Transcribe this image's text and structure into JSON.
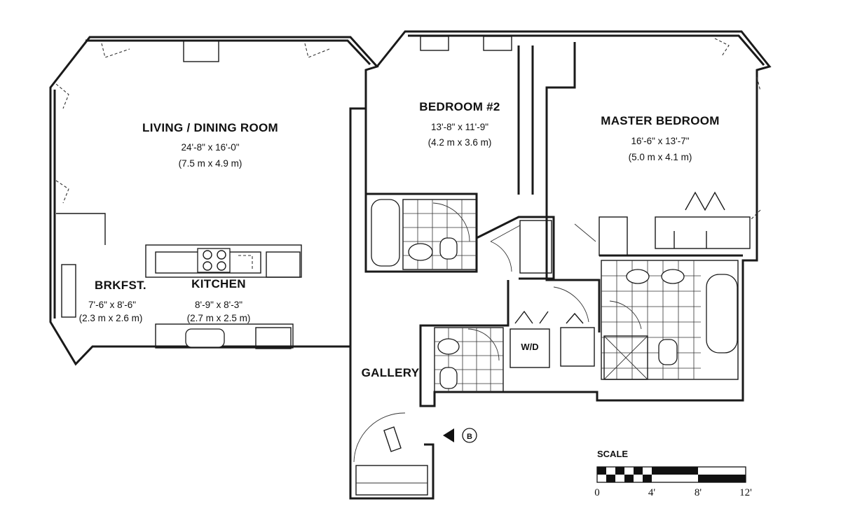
{
  "rooms": {
    "living": {
      "name": "LIVING / DINING ROOM",
      "dim_imperial": "24'-8\" x 16'-0\"",
      "dim_metric": "(7.5 m x 4.9 m)"
    },
    "bedroom2": {
      "name": "BEDROOM #2",
      "dim_imperial": "13'-8\" x 11'-9\"",
      "dim_metric": "(4.2 m x 3.6 m)"
    },
    "master": {
      "name": "MASTER BEDROOM",
      "dim_imperial": "16'-6\" x 13'-7\"",
      "dim_metric": "(5.0 m x 4.1 m)"
    },
    "breakfast": {
      "name": "BRKFST.",
      "dim_imperial": "7'-6\" x 8'-6\"",
      "dim_metric": "(2.3 m x 2.6 m)"
    },
    "kitchen": {
      "name": "KITCHEN",
      "dim_imperial": "8'-9\" x 8'-3\"",
      "dim_metric": "(2.7 m x 2.5 m)"
    },
    "gallery": {
      "name": "GALLERY"
    },
    "laundry": {
      "name": "W/D"
    }
  },
  "marker": {
    "label": "B"
  },
  "scale": {
    "title": "SCALE",
    "ticks": [
      "0",
      "4'",
      "8'",
      "12'"
    ]
  }
}
